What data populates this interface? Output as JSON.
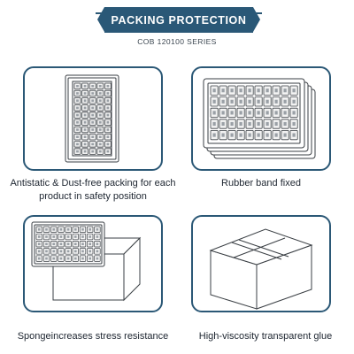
{
  "header": {
    "title": "PACKING PROTECTION",
    "subtitle": "COB 120100 SERIES"
  },
  "panels": [
    {
      "caption_line1": "Antistatic & Dust-free packing for each",
      "caption_line2": "product in safety position",
      "image_icon": "single-tray-icon"
    },
    {
      "caption_line1": "Rubber band fixed",
      "image_icon": "stacked-trays-icon"
    },
    {
      "caption_line1": "Spongeincreases stress resistance",
      "image_icon": "tray-on-sponge-box-icon"
    },
    {
      "caption_line1": "High-viscosity transparent glue",
      "image_icon": "sealed-carton-icon"
    }
  ],
  "colors": {
    "accent": "#2a5877",
    "line": "#3a3f44"
  }
}
